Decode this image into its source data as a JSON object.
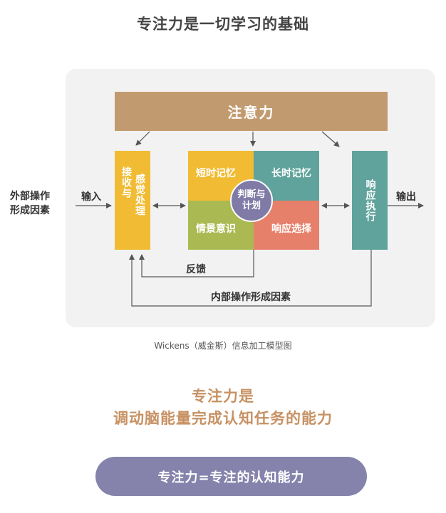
{
  "title": "专注力是一切学习的基础",
  "diagram": {
    "attention": "注意力",
    "external_factors": [
      "外部操作",
      "形成因素"
    ],
    "input_label": "输入",
    "receive_label": [
      "接收与",
      "感觉处理"
    ],
    "memory": {
      "short_term": "短时记忆",
      "long_term": "长时记忆",
      "situation": "情景意识",
      "response_select": "响应选择"
    },
    "judgment": [
      "判断与",
      "计划"
    ],
    "response_exec": "响应执行",
    "output_label": "输出",
    "feedback_label": "反馈",
    "internal_factors": "内部操作形成因素",
    "colors": {
      "attention": "#c29a6f",
      "yellow": "#f1bb33",
      "teal": "#5fa39c",
      "green": "#aab951",
      "salmon": "#e6806a",
      "purple": "#7f7aa6"
    }
  },
  "caption": "Wickens（威金斯）信息加工模型图",
  "slogan": {
    "line1": "专注力是",
    "line2": "调动脑能量完成认知任务的能力"
  },
  "banner": "专注力=专注的认知能力"
}
